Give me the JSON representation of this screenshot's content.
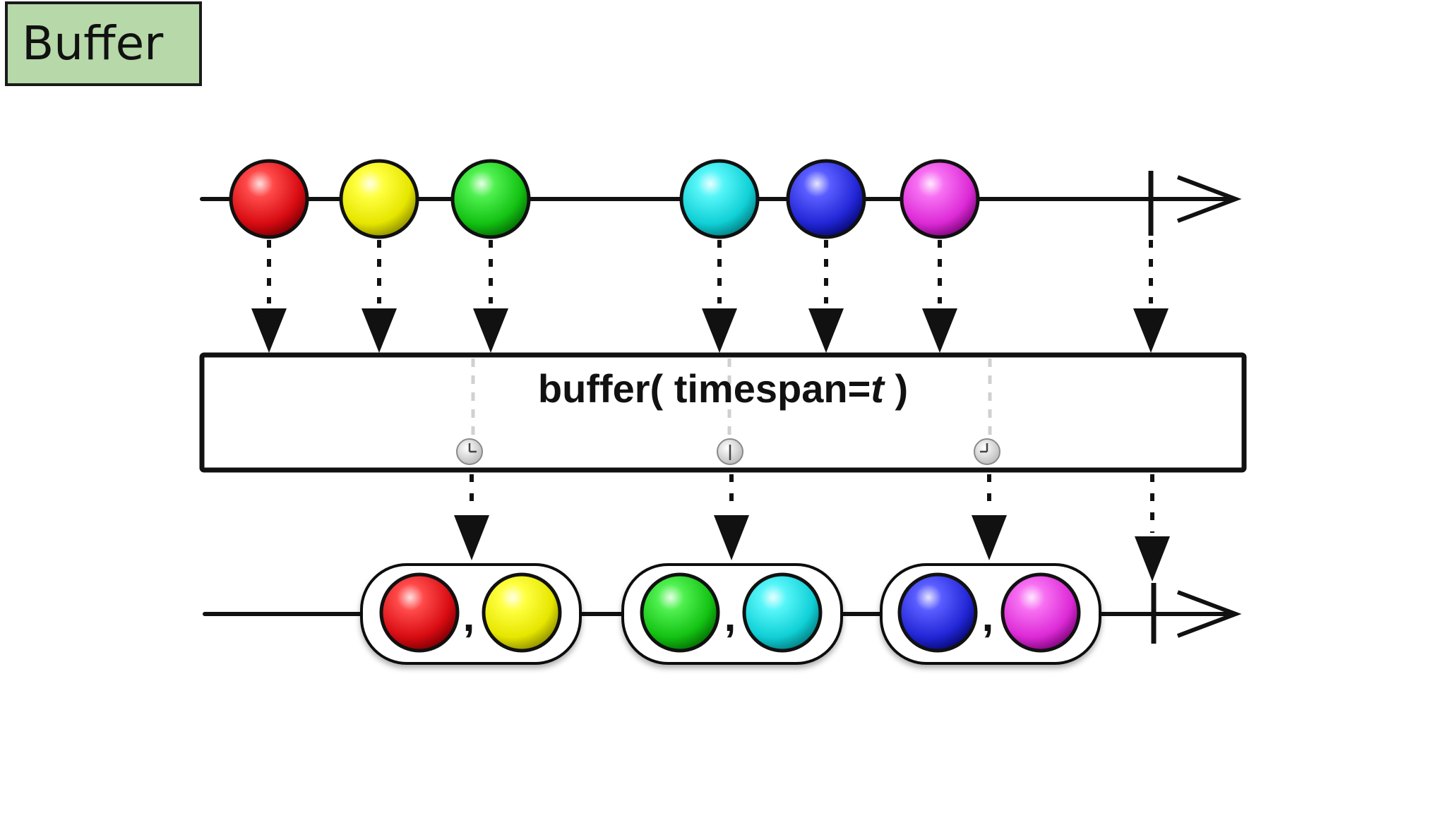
{
  "title": "Buffer",
  "operator": {
    "prefix": "buffer( timespan=",
    "param": "t",
    "suffix": " )"
  },
  "separator": ",",
  "colors": {
    "red": "#e8141a",
    "yellow": "#f2f20a",
    "green": "#1ed41e",
    "cyan": "#17e0e6",
    "blue": "#2b2fe0",
    "magenta": "#e636e0",
    "title_bg": "#b7d8a9"
  },
  "input_marbles": [
    "red",
    "yellow",
    "green",
    "cyan",
    "blue",
    "magenta"
  ],
  "output_groups": [
    [
      "red",
      "yellow"
    ],
    [
      "green",
      "cyan"
    ],
    [
      "blue",
      "magenta"
    ]
  ],
  "icons": {
    "timer": "clock-icon",
    "completion": "completion-bar"
  }
}
